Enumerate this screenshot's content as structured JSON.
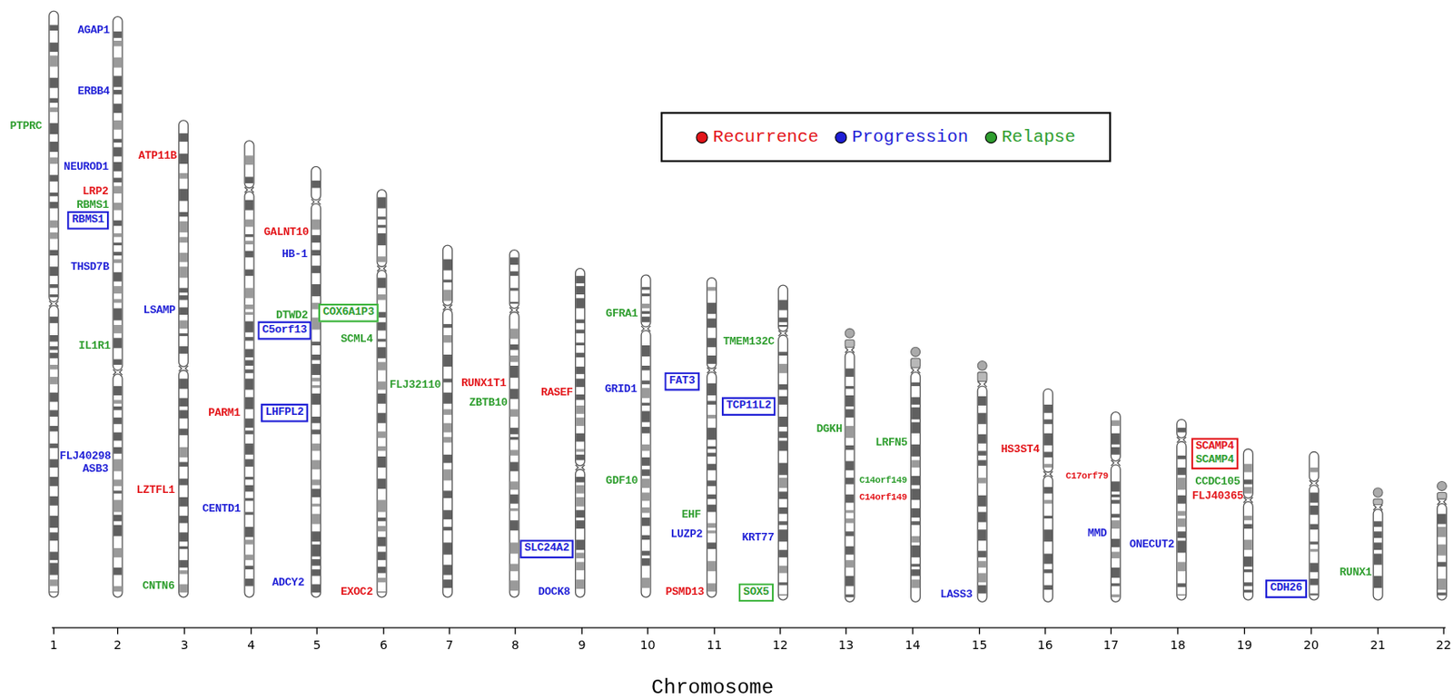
{
  "diagram": {
    "nodes": [
      {
        "text": [
          "RBMS1"
        ]
      },
      {
        "text": [
          "C5orf13"
        ]
      },
      {
        "text": [
          "LHFPL2"
        ]
      },
      {
        "text": [
          "COX6A1P3"
        ]
      },
      {
        "text": [
          "SLC24A2"
        ]
      },
      {
        "text": [
          "FAT3"
        ]
      },
      {
        "text": [
          "TCP11L2"
        ]
      },
      {
        "text": [
          "SOX5"
        ]
      },
      {
        "text": [
          "SCAMP4",
          "SCAMP4"
        ]
      },
      {
        "text": [
          "CDH26"
        ]
      }
    ],
    "labels": [
      "PTPRC",
      "AGAP1",
      "ERBB4",
      "NEUROD1",
      "LRP2",
      "RBMS1",
      "THSD7B",
      "IL1R1",
      "FLJ40298",
      "ASB3",
      "ATP11B",
      "LSAMP",
      "LZTFL1",
      "CNTN6",
      "PARM1",
      "CENTD1",
      "GALNT10",
      "HB-1",
      "DTWD2",
      "ADCY2",
      "SCML4",
      "EXOC2",
      "FLJ32110",
      "RUNX1T1",
      "ZBTB10",
      "DOCK8",
      "RASEF",
      "GFRA1",
      "GRID1",
      "GDF10",
      "EHF",
      "LUZP2",
      "PSMD13",
      "TMEM132C",
      "KRT77",
      "DGKH",
      "LRFN5",
      "C14orf149",
      "C14orf149",
      "LASS3",
      "HS3ST4",
      "C17orf79",
      "MMD",
      "ONECUT2",
      "CCDC105",
      "FLJ40365",
      "RUNX1",
      "1",
      "2",
      "3",
      "4",
      "5",
      "6",
      "7",
      "8",
      "9",
      "10",
      "11",
      "12",
      "13",
      "14",
      "15",
      "16",
      "17",
      "18",
      "19",
      "20",
      "21",
      "22",
      "Chromosome"
    ],
    "legend": [
      {
        "text": "Recurrence",
        "color": "#e3151a"
      },
      {
        "text": "Progression",
        "color": "#1f1fd6"
      },
      {
        "text": "Relapse",
        "color": "#2f9e2f"
      }
    ]
  }
}
